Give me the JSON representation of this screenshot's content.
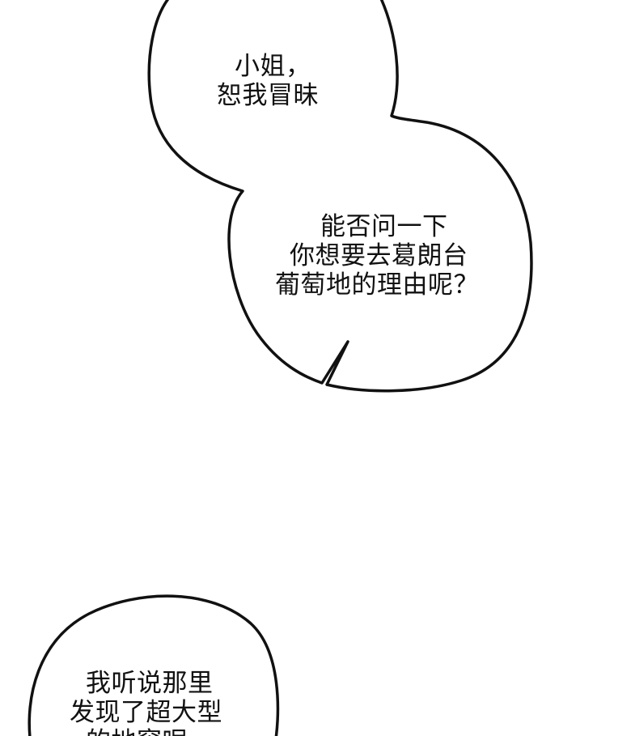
{
  "bubbles": [
    {
      "lines": [
        "小姐，",
        "恕我冒昧"
      ]
    },
    {
      "lines": [
        "能否问一下",
        "你想要去葛朗台",
        "葡萄地的理由呢？"
      ]
    },
    {
      "lines": [
        "我听说那里",
        "发现了超大型",
        "的地窖呢"
      ]
    }
  ],
  "colors": {
    "background": "#ffffff",
    "outline": "#111111",
    "text": "#111111"
  }
}
